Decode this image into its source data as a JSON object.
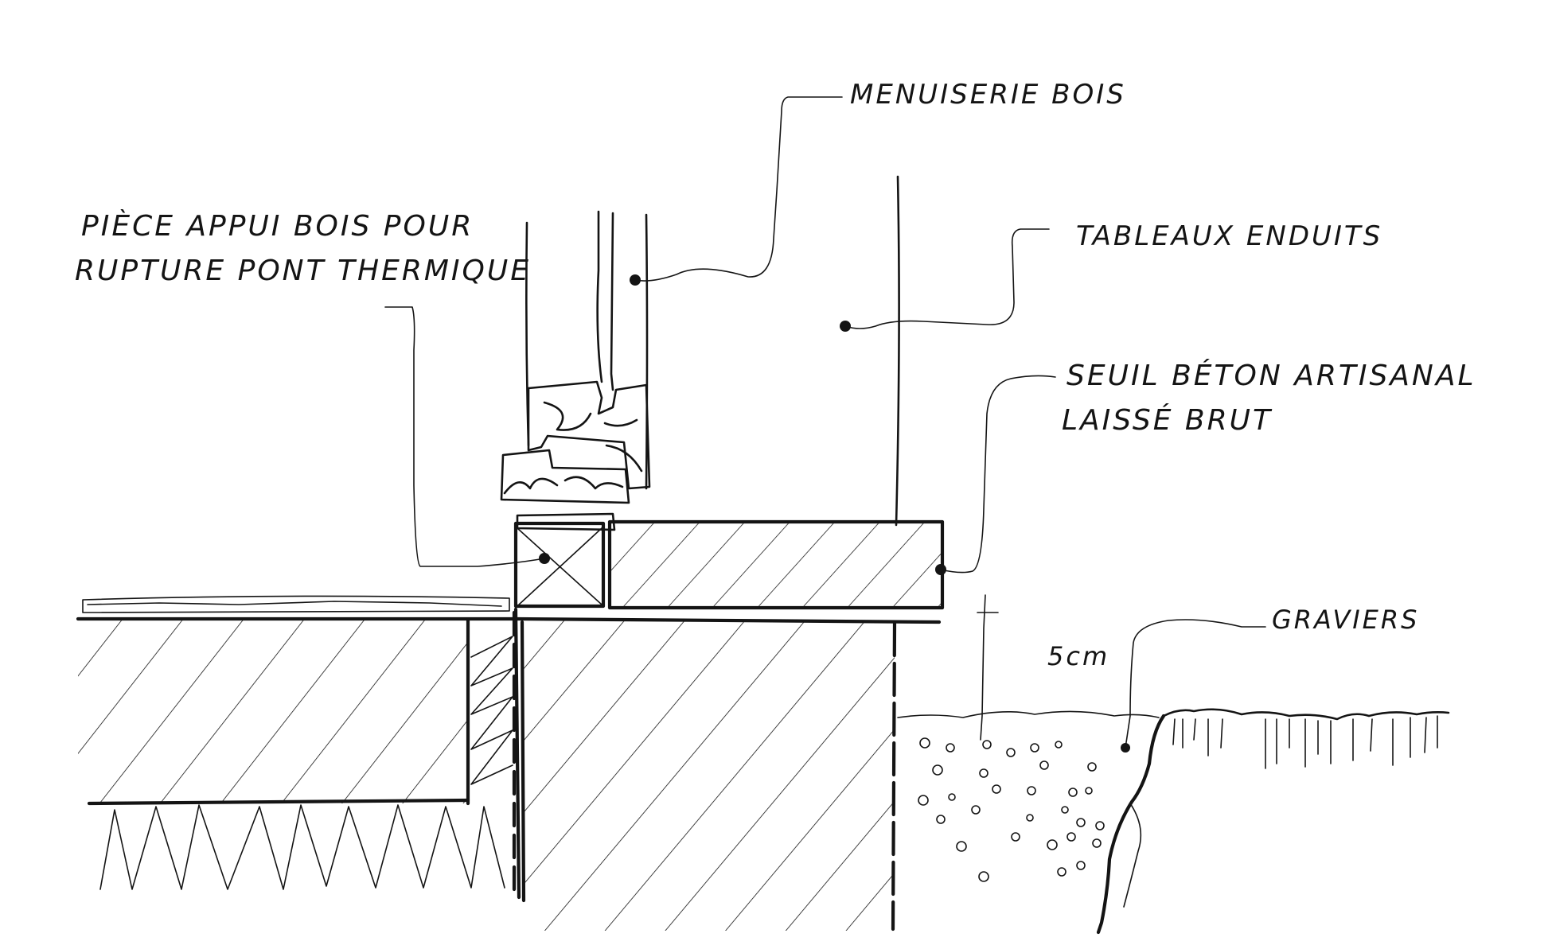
{
  "labels": {
    "menuiserie": "MENUISERIE BOIS",
    "piece_line1": "PIÈCE APPUI BOIS POUR",
    "piece_line2": "RUPTURE PONT THERMIQUE",
    "tableaux": "TABLEAUX ENDUITS",
    "seuil_line1": "SEUIL BÉTON ARTISANAL",
    "seuil_line2": "LAISSÉ BRUT",
    "graviers": "GRAVIERS",
    "dimension": "5cm"
  }
}
